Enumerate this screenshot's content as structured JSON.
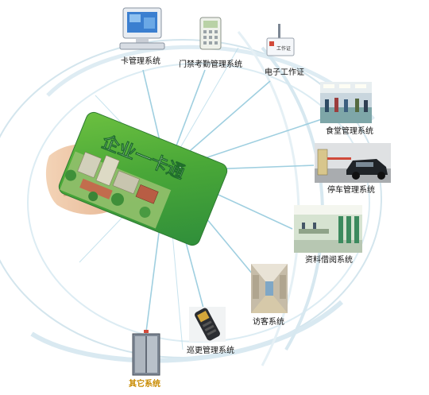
{
  "card": {
    "title": "企业一卡通"
  },
  "badge": {
    "text": "工作证"
  },
  "nodes": [
    {
      "id": "card-mgmt",
      "label": "卡管理系统",
      "icon": "computer-icon"
    },
    {
      "id": "access",
      "label": "门禁考勤管理系统",
      "icon": "card-reader-icon"
    },
    {
      "id": "ecard",
      "label": "电子工作证",
      "icon": "id-badge-icon"
    },
    {
      "id": "canteen",
      "label": "食堂管理系统",
      "icon": "canteen-photo"
    },
    {
      "id": "parking",
      "label": "停车管理系统",
      "icon": "parking-photo"
    },
    {
      "id": "library",
      "label": "资料借阅系统",
      "icon": "library-photo"
    },
    {
      "id": "visitor",
      "label": "访客系统",
      "icon": "corridor-photo"
    },
    {
      "id": "patrol",
      "label": "巡更管理系统",
      "icon": "patrol-device-icon"
    },
    {
      "id": "other",
      "label": "其它系统",
      "icon": "elevator-icon",
      "accent": "#c88a00"
    }
  ]
}
